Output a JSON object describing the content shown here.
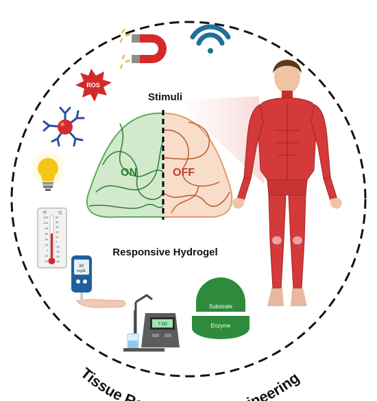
{
  "diagram": {
    "center_title": "Stimuli",
    "hydrogel_label": "Responsive Hydrogel",
    "state_on": "ON",
    "state_off": "OFF",
    "ros_label": "ROS",
    "glucometer_line1": "80",
    "glucometer_line2": "mg/dL",
    "thermo_f_unit": "°F",
    "thermo_c_unit": "°C",
    "thermo_f_ticks": [
      "120",
      "100",
      "80",
      "60",
      "40",
      "20",
      "0",
      "-20",
      "-40"
    ],
    "thermo_c_ticks": [
      "50",
      "40",
      "30",
      "20",
      "10",
      "0",
      "-10",
      "-20",
      "-30",
      "-40"
    ],
    "ph_meter_reading": "7.00",
    "substrate_label": "Substrate",
    "enzyme_label": "Enzyme",
    "arc_title": "Tissue Regeneration/Engineering"
  },
  "colors": {
    "on_text": "#2e7d32",
    "off_text": "#c0392b",
    "muscle": "#d43a3a",
    "gel_green": "#a9d9a0",
    "gel_orange": "#f2c6a8",
    "wifi_blue": "#1f6f99",
    "enzyme_green": "#2e8b3c"
  },
  "icons": [
    "magnet-icon",
    "wifi-icon",
    "ros-burst-icon",
    "antibody-nanoparticle-icon",
    "light-bulb-icon",
    "thermometer-icon",
    "glucometer-icon",
    "ph-meter-icon",
    "enzyme-substrate-icon",
    "human-muscle-figure"
  ]
}
